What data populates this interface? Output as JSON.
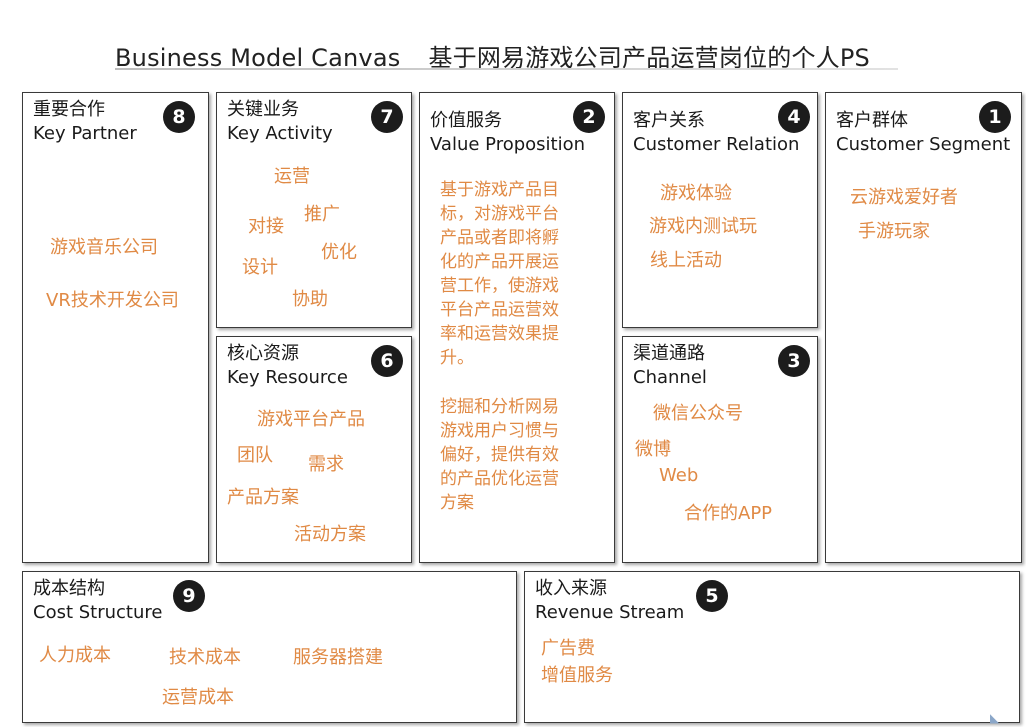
{
  "title": {
    "left": "Business Model Canvas",
    "right": "基于网易游戏公司产品运营岗位的个人PS"
  },
  "blocks": {
    "key_partner": {
      "cn": "重要合作",
      "en": "Key Partner",
      "num": "8",
      "items": [
        "游戏音乐公司",
        "VR技术开发公司"
      ]
    },
    "key_activity": {
      "cn": "关键业务",
      "en": "Key Activity",
      "num": "7",
      "items": [
        "运营",
        "推广",
        "对接",
        "优化",
        "设计",
        "协助"
      ]
    },
    "key_resource": {
      "cn": "核心资源",
      "en": "Key Resource",
      "num": "6",
      "items": [
        "游戏平台产品",
        "团队",
        "需求",
        "产品方案",
        "活动方案"
      ]
    },
    "value_proposition": {
      "cn": "价值服务",
      "en": "Value Proposition",
      "num": "2",
      "paragraphs": [
        "基于游戏产品目\n标，对游戏平台\n产品或者即将孵\n化的产品开展运\n营工作，使游戏\n平台产品运营效\n率和运营效果提\n升。",
        "挖掘和分析网易\n游戏用户习惯与\n偏好，提供有效\n的产品优化运营\n方案"
      ]
    },
    "customer_relation": {
      "cn": "客户关系",
      "en": "Customer Relation",
      "num": "4",
      "items": [
        "游戏体验",
        "游戏内测试玩",
        "线上活动"
      ]
    },
    "channel": {
      "cn": "渠道通路",
      "en": "Channel",
      "num": "3",
      "items": [
        "微信公众号",
        "微博",
        "Web",
        "合作的APP"
      ]
    },
    "customer_segment": {
      "cn": "客户群体",
      "en": "Customer Segment",
      "num": "1",
      "items": [
        "云游戏爱好者",
        "手游玩家"
      ]
    },
    "cost_structure": {
      "cn": "成本结构",
      "en": "Cost Structure",
      "num": "9",
      "items": [
        "人力成本",
        "技术成本",
        "服务器搭建",
        "运营成本"
      ]
    },
    "revenue_stream": {
      "cn": "收入来源",
      "en": "Revenue Stream",
      "num": "5",
      "items": [
        "广告费",
        "增值服务"
      ]
    }
  }
}
